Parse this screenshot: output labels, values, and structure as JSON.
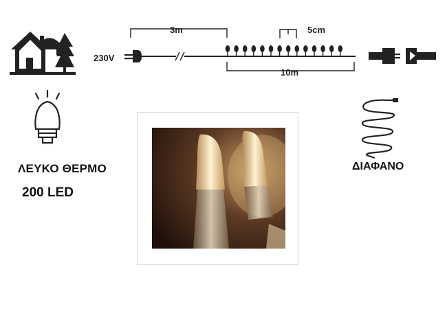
{
  "diagram": {
    "voltage": "230V",
    "lead_length": "3m",
    "spacing": "5cm",
    "total_length": "10m"
  },
  "product": {
    "color_label": "ΛΕΥΚΟ ΘΕΡΜΟ",
    "count_label": "200 LED",
    "cable_label": "ΔΙΑΦΑΝΟ"
  },
  "icons": [
    "house-trees-icon",
    "plug-icon",
    "connector-icon",
    "bulb-icon",
    "coil-cable-icon"
  ]
}
